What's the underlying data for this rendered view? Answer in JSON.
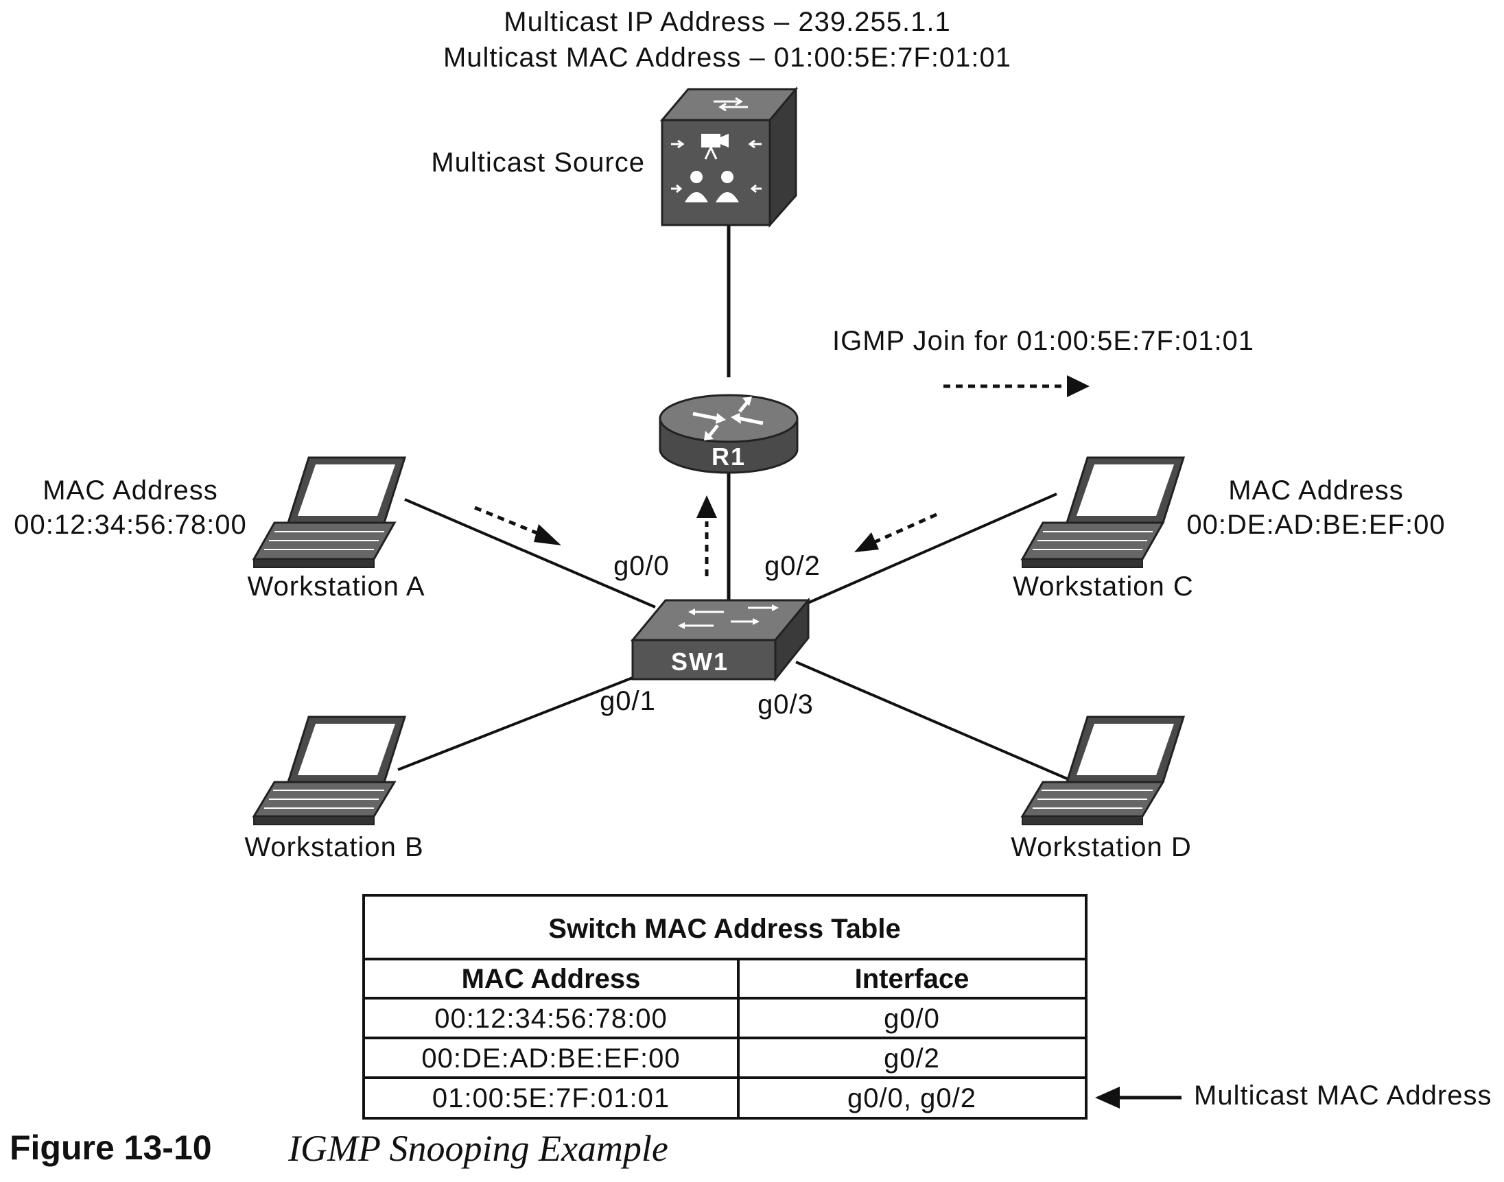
{
  "multicast_info": {
    "ip_line": "Multicast IP Address – 239.255.1.1",
    "mac_line": "Multicast MAC Address – 01:00:5E:7F:01:01"
  },
  "source": {
    "label": "Multicast Source"
  },
  "router": {
    "label": "R1"
  },
  "switch": {
    "label": "SW1"
  },
  "ports": {
    "g00": "g0/0",
    "g01": "g0/1",
    "g02": "g0/2",
    "g03": "g0/3"
  },
  "igmp_note": "IGMP Join for 01:00:5E:7F:01:01",
  "workstations": {
    "a": {
      "label": "Workstation A",
      "mac_title": "MAC Address",
      "mac": "00:12:34:56:78:00"
    },
    "b": {
      "label": "Workstation B"
    },
    "c": {
      "label": "Workstation C",
      "mac_title": "MAC Address",
      "mac": "00:DE:AD:BE:EF:00"
    },
    "d": {
      "label": "Workstation D"
    }
  },
  "table": {
    "title": "Switch MAC Address Table",
    "headers": [
      "MAC Address",
      "Interface"
    ],
    "rows": [
      [
        "00:12:34:56:78:00",
        "g0/0"
      ],
      [
        "00:DE:AD:BE:EF:00",
        "g0/2"
      ],
      [
        "01:00:5E:7F:01:01",
        "g0/0, g0/2"
      ]
    ],
    "pointer_label": "Multicast MAC Address"
  },
  "caption": {
    "number": "Figure 13-10",
    "title": "IGMP Snooping Example"
  }
}
